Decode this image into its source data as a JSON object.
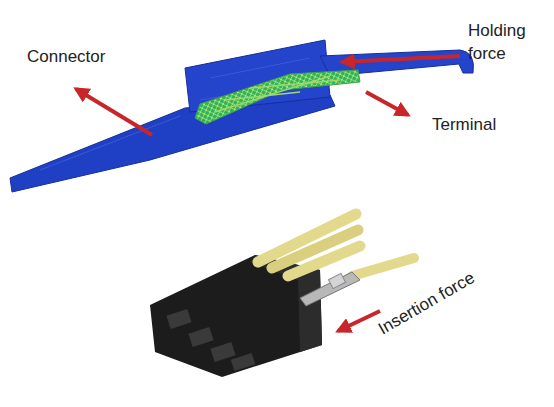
{
  "diagram": {
    "labels": [
      "Connector",
      "Holding force",
      "Terminal",
      "Insertion force"
    ]
  }
}
